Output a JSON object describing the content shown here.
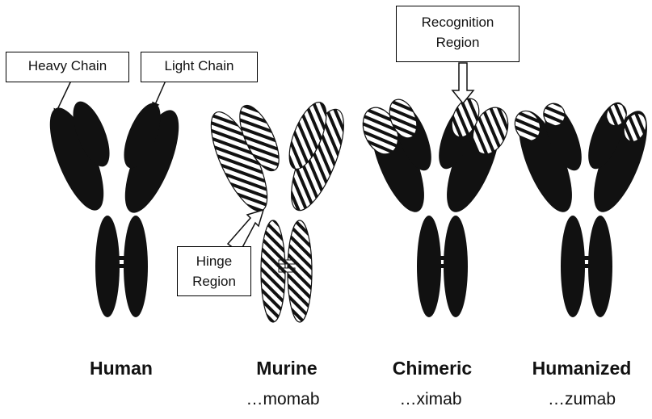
{
  "callouts": {
    "heavy_chain": "Heavy Chain",
    "light_chain": "Light Chain",
    "recognition_region_line1": "Recognition",
    "recognition_region_line2": "Region",
    "hinge_region_line1": "Hinge",
    "hinge_region_line2": "Region"
  },
  "antibodies": [
    {
      "name": "Human",
      "suffix": ""
    },
    {
      "name": "Murine",
      "suffix": "…momab"
    },
    {
      "name": "Chimeric",
      "suffix": "…ximab"
    },
    {
      "name": "Humanized",
      "suffix": "…zumab"
    }
  ],
  "colors": {
    "human_fill": "#111111",
    "murine_hatch": "#111111",
    "background": "#ffffff"
  }
}
